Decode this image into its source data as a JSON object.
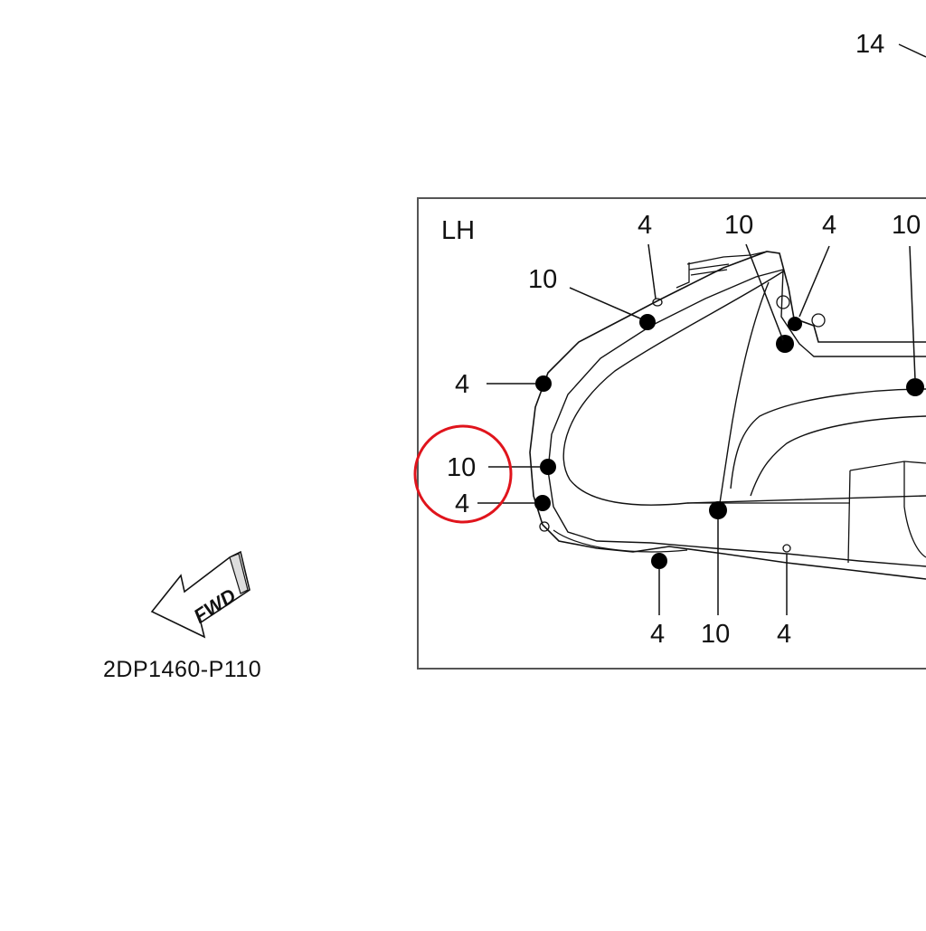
{
  "diagram": {
    "part_number_top": "14",
    "view_label": "LH",
    "reference_code": "2DP1460-P110",
    "direction_label": "FWD",
    "callouts": {
      "top_4_a": "4",
      "top_10_a": "10",
      "top_4_b": "4",
      "top_10_b": "10",
      "left_10_upper": "10",
      "left_4_upper": "4",
      "left_10_circled": "10",
      "left_4_lower": "4",
      "bottom_4_a": "4",
      "bottom_10": "10",
      "bottom_4_b": "4"
    },
    "colors": {
      "line": "#111111",
      "highlight": "#e0141c",
      "frame": "#555555"
    }
  }
}
